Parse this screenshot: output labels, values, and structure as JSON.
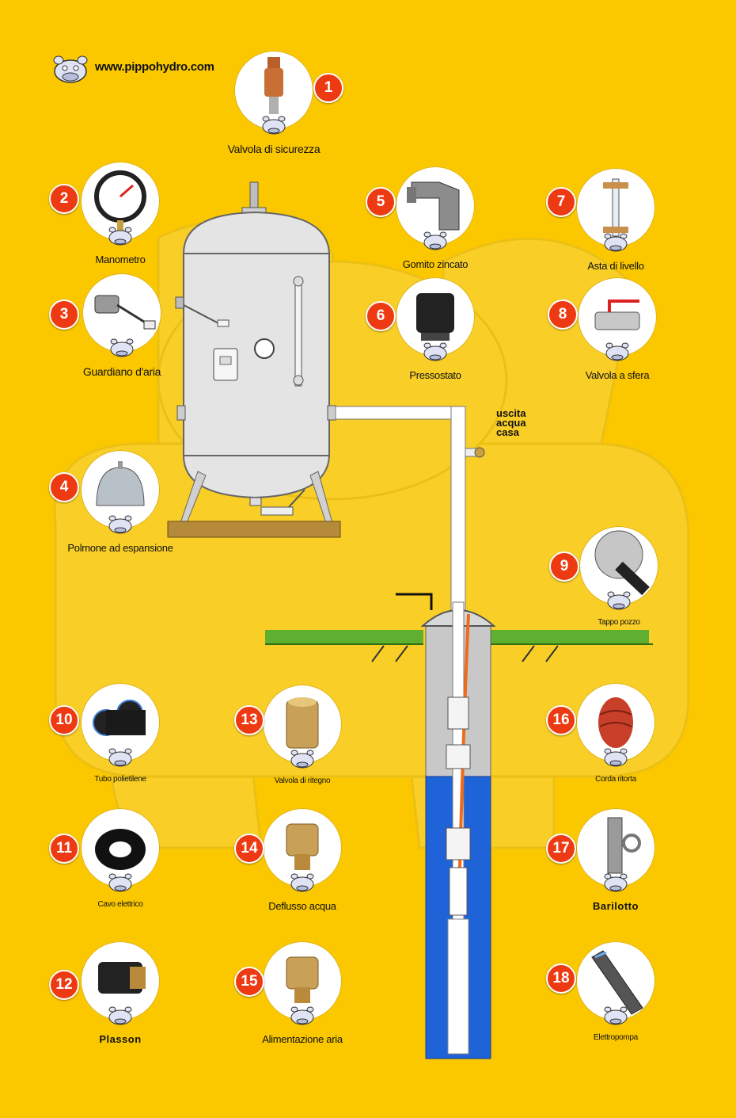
{
  "website": "www.pippohydro.com",
  "outlet_label": [
    "uscita",
    "acqua",
    "casa"
  ],
  "items": [
    {
      "n": "1",
      "label": "Valvola di sicurezza",
      "icon": "safety-valve-icon"
    },
    {
      "n": "2",
      "label": "Manometro",
      "icon": "pressure-gauge-icon"
    },
    {
      "n": "3",
      "label": "Guardiano d'aria",
      "icon": "air-guardian-icon"
    },
    {
      "n": "4",
      "label": "Polmone ad espansione",
      "icon": "expansion-tank-icon"
    },
    {
      "n": "5",
      "label": "Gomito zincato",
      "icon": "galvanized-elbow-icon"
    },
    {
      "n": "6",
      "label": "Pressostato",
      "icon": "pressure-switch-icon"
    },
    {
      "n": "7",
      "label": "Asta di livello",
      "icon": "level-gauge-icon"
    },
    {
      "n": "8",
      "label": "Valvola a sfera",
      "icon": "ball-valve-icon"
    },
    {
      "n": "9",
      "label": "Tappo pozzo",
      "icon": "well-cap-icon"
    },
    {
      "n": "10",
      "label": "Tubo polietilene",
      "icon": "polyethylene-pipe-icon"
    },
    {
      "n": "11",
      "label": "Cavo elettrico",
      "icon": "electric-cable-icon"
    },
    {
      "n": "12",
      "label": "Plasson",
      "icon": "plasson-fitting-icon"
    },
    {
      "n": "13",
      "label": "Valvola di ritegno",
      "icon": "check-valve-icon"
    },
    {
      "n": "14",
      "label": "Deflusso acqua",
      "icon": "water-drain-icon"
    },
    {
      "n": "15",
      "label": "Alimentazione aria",
      "icon": "air-supply-icon"
    },
    {
      "n": "16",
      "label": "Corda ritorta",
      "icon": "twisted-rope-icon"
    },
    {
      "n": "17",
      "label": "Barilotto",
      "icon": "barrel-nipple-icon"
    },
    {
      "n": "18",
      "label": "Elettropompa",
      "icon": "submersible-pump-icon"
    }
  ],
  "colors": {
    "background": "#fbc800",
    "badge": "#ee3a12",
    "water": "#1f63d8",
    "tank": "#e4e4e4"
  }
}
